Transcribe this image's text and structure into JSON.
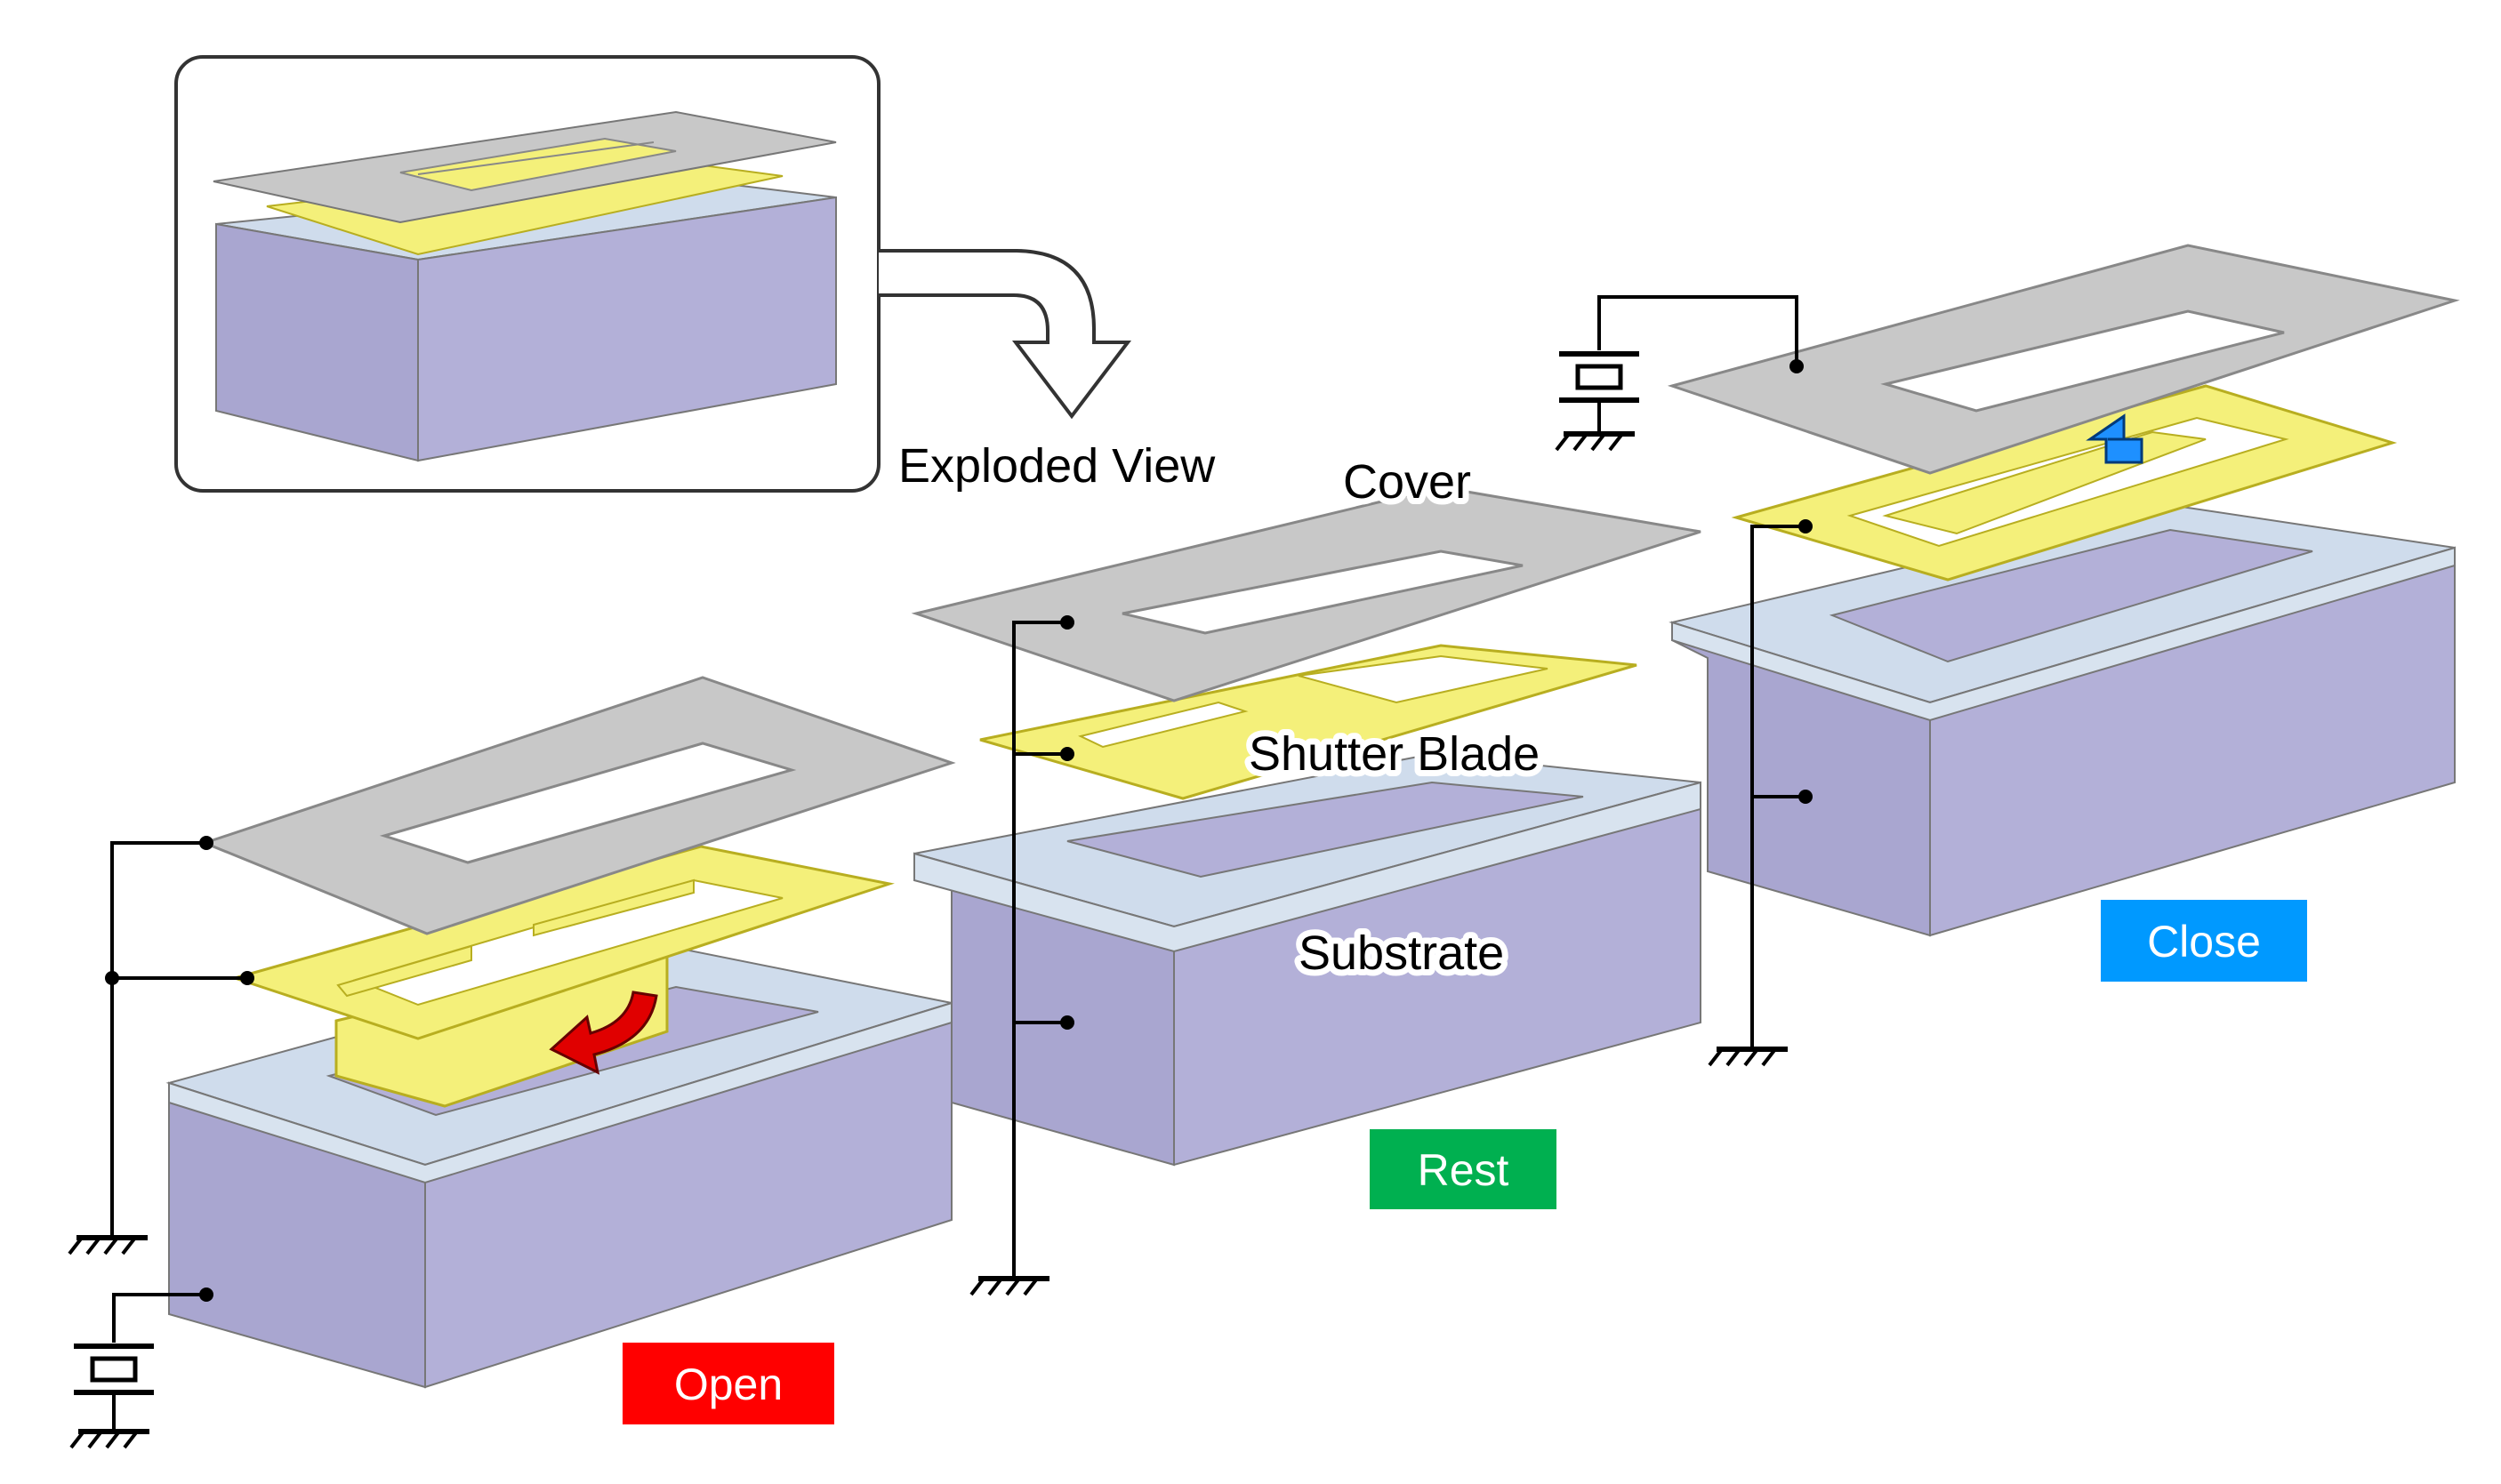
{
  "labels": {
    "exploded_view": "Exploded View",
    "cover": "Cover",
    "shutter_blade": "Shutter Blade",
    "substrate": "Substrate"
  },
  "states": {
    "open": {
      "label": "Open",
      "color": "#ff0000"
    },
    "rest": {
      "label": "Rest",
      "color": "#00b050"
    },
    "close": {
      "label": "Close",
      "color": "#0099ff"
    }
  },
  "colors": {
    "cover_top": "#c8c8c8",
    "cover_edge": "#8c8c8c",
    "blade": "#f4f07a",
    "blade_edge": "#d9cf3a",
    "substrate_top": "#cfdcec",
    "substrate_front": "#b3b0d8",
    "substrate_side": "#a9a6d0",
    "open_arrow": "#e00000",
    "close_arrow": "#1e90ff"
  },
  "icons": [
    "ground-symbol-icon",
    "voltage-source-icon",
    "curved-arrow-icon",
    "up-arrow-icon",
    "exploded-arrow-icon"
  ]
}
